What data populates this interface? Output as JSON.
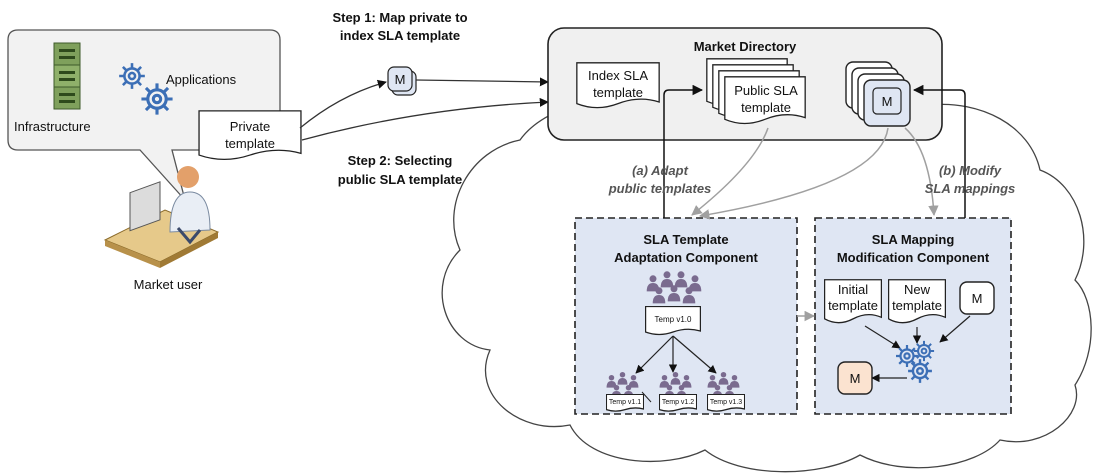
{
  "steps": {
    "step1_line1": "Step 1: Map private to",
    "step1_line2": "index SLA template",
    "step2_line1": "Step 2: Selecting",
    "step2_line2": "public SLA template"
  },
  "user_bubble": {
    "infrastructure": "Infrastructure",
    "applications": "Applications",
    "private_line1": "Private",
    "private_line2": "template"
  },
  "market_user": "Market user",
  "market_directory": {
    "title": "Market Directory",
    "index_line1": "Index SLA",
    "index_line2": "template",
    "public_line1": "Public SLA",
    "public_line2": "template",
    "mapping_glyph": "M"
  },
  "annotations": {
    "a_line1": "(a) Adapt",
    "a_line2": "public templates",
    "b_line1": "(b) Modify",
    "b_line2": "SLA mappings"
  },
  "adaptation_component": {
    "title_line1": "SLA Template",
    "title_line2": "Adaptation Component",
    "root_version": "Temp v1.0",
    "child_versions": [
      "Temp v1.1",
      "Temp v1.2",
      "Temp v1.3"
    ]
  },
  "modification_component": {
    "title_line1": "SLA Mapping",
    "title_line2": "Modification Component",
    "initial_line1": "Initial",
    "initial_line2": "template",
    "new_line1": "New",
    "new_line2": "template",
    "mapping_glyph": "M",
    "result_glyph": "M"
  },
  "step1_mapping_glyph": "M",
  "colors": {
    "component_fill": "#dfe6f3",
    "market_directory_fill": "#f0f0f0",
    "result_mapping_fill": "#fbe3d0",
    "user_group": "#7a6b8f",
    "server_green": "#7fa05c",
    "gear_blue": "#3c6fb6"
  }
}
